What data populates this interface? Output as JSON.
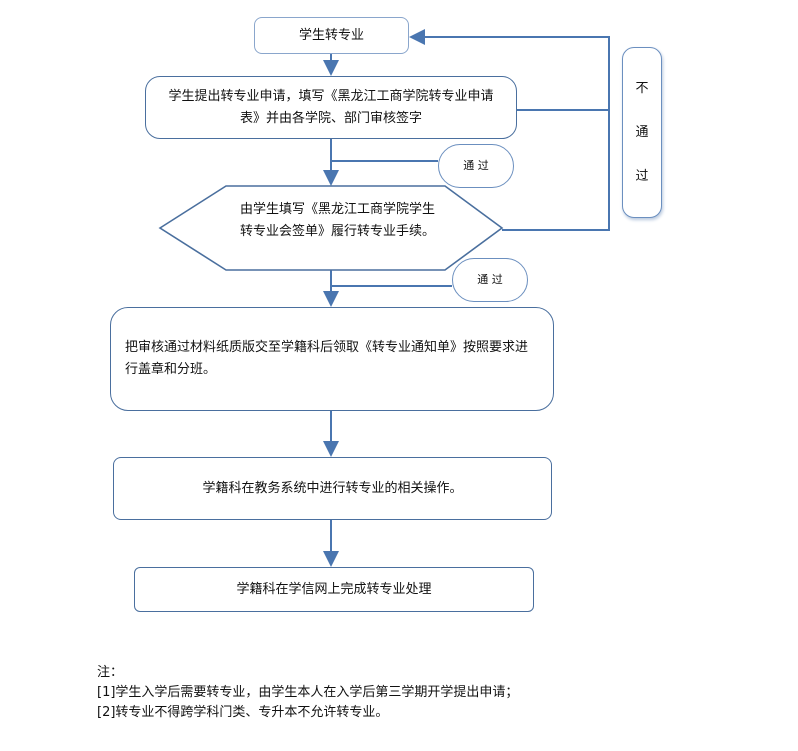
{
  "flow": {
    "start": "学生转专业",
    "step1": "学生提出转专业申请，填写《黑龙江工商学院转专业申请表》并由各学院、部门审核签字",
    "pass1": "通 过",
    "step2": "由学生填写《黑龙江工商学院学生转专业会签单》履行转专业手续。",
    "pass2": "通 过",
    "fail": [
      "不",
      "通",
      "过"
    ],
    "step3": "把审核通过材料纸质版交至学籍科后领取《转专业通知单》按照要求进行盖章和分班。",
    "step4": "学籍科在教务系统中进行转专业的相关操作。",
    "step5": "学籍科在学信网上完成转专业处理"
  },
  "notes": {
    "title": "注：",
    "items": [
      "[1]学生入学后需要转专业，由学生本人在入学后第三学期开学提出申请；",
      "[2]转专业不得跨学科门类、专升本不允许转专业。"
    ]
  },
  "colors": {
    "line": "#4a76b0",
    "border": "#4a6f9e"
  }
}
